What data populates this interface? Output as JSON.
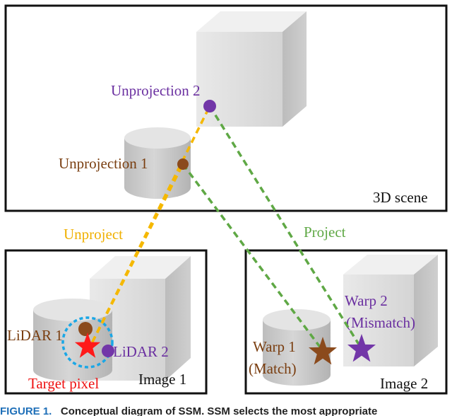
{
  "labels": {
    "unprojection_2": "Unprojection 2",
    "unprojection_1": "Unprojection 1",
    "scene": "3D scene",
    "unproject": "Unproject",
    "project": "Project",
    "lidar_1": "LiDAR 1",
    "lidar_2": "LiDAR 2",
    "target_pixel": "Target pixel",
    "image_1": "Image 1",
    "warp_2": "Warp 2",
    "mismatch": "(Mismatch)",
    "warp_1": "Warp 1",
    "match": "(Match)",
    "image_2": "Image 2"
  },
  "caption": {
    "figure": "FIGURE 1.",
    "text": "Conceptual diagram of SSM. SSM selects the most appropriate"
  },
  "colors": {
    "unproject_line": "#f5b800",
    "project_line": "#5fa845",
    "unproject_text": "#f0b000",
    "project_text": "#5fa845",
    "point_1": "#8b4a1c",
    "point_2": "#7236a8",
    "target_star": "#ff1a1a",
    "target_text": "#ee1111",
    "target_circle": "#1aa7e6"
  }
}
